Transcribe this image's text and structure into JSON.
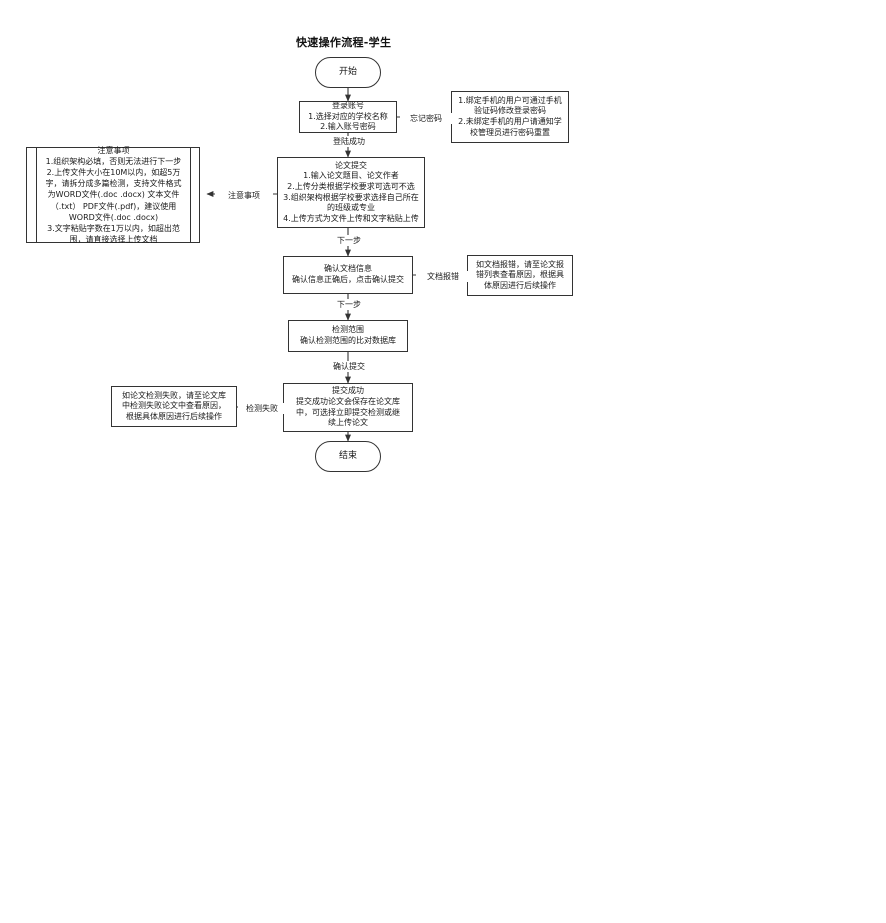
{
  "document": {
    "title": "快速操作流程-学生",
    "type": "flowchart",
    "orientation": "top-to-bottom"
  },
  "nodes": {
    "start": {
      "id": "start",
      "shape": "terminator",
      "lines": [
        "开始"
      ]
    },
    "login": {
      "id": "login",
      "shape": "process",
      "lines": [
        "登录账号",
        "1.选择对应的学校名称",
        "2.输入账号密码"
      ]
    },
    "forgot_password_note": {
      "id": "forgot_password_note",
      "shape": "process",
      "lines": [
        "1.绑定手机的用户可通过手机",
        "验证码修改登录密码",
        "2.未绑定手机的用户请通知学",
        "校管理员进行密码重置"
      ]
    },
    "paper_submit": {
      "id": "paper_submit",
      "shape": "process",
      "lines": [
        "论文提交",
        "1.输入论文题目、论文作者",
        "2.上传分类根据学校要求可选可不选",
        "3.组织架构根据学校要求选择自己所在",
        "的班级或专业",
        "4.上传方式为文件上传和文字粘贴上传"
      ]
    },
    "attention_note": {
      "id": "attention_note",
      "shape": "note",
      "lines": [
        "注意事项",
        "1.组织架构必填，否则无法进行下一步",
        "2.上传文件大小在10M以内，如超5万",
        "字，请拆分成多篇检测，支持文件格式",
        "为WORD文件(.doc .docx)  文本文件",
        "（.txt）  PDF文件(.pdf)，建议使用",
        "WORD文件(.doc .docx)",
        "3.文字粘贴字数在1万以内，如超出范",
        "围，请直接选择上传文档"
      ]
    },
    "confirm_doc": {
      "id": "confirm_doc",
      "shape": "process",
      "lines": [
        "确认文档信息",
        "确认信息正确后，点击确认提交"
      ]
    },
    "doc_error_note": {
      "id": "doc_error_note",
      "shape": "process",
      "lines": [
        "如文档报错，请至论文报",
        "错列表查看原因，根据具",
        "体原因进行后续操作"
      ]
    },
    "detect_range": {
      "id": "detect_range",
      "shape": "process",
      "lines": [
        "检测范围",
        "确认检测范围的比对数据库"
      ]
    },
    "submit_success": {
      "id": "submit_success",
      "shape": "process",
      "lines": [
        "提交成功",
        "提交成功论文会保存在论文库",
        "中，可选择立即提交检测或继",
        "续上传论文"
      ]
    },
    "detect_fail_note": {
      "id": "detect_fail_note",
      "shape": "process",
      "lines": [
        "如论文检测失败，请至论文库",
        "中检测失败论文中查看原因，",
        "根据具体原因进行后续操作"
      ]
    },
    "end": {
      "id": "end",
      "shape": "terminator",
      "lines": [
        "结束"
      ]
    }
  },
  "edges": [
    {
      "from": "start",
      "to": "login",
      "label": ""
    },
    {
      "from": "login",
      "to": "forgot_password_note",
      "label": "忘记密码"
    },
    {
      "from": "login",
      "to": "paper_submit",
      "label": "登陆成功"
    },
    {
      "from": "attention_note",
      "to": "paper_submit",
      "label": "注意事项"
    },
    {
      "from": "paper_submit",
      "to": "confirm_doc",
      "label": "下一步"
    },
    {
      "from": "confirm_doc",
      "to": "doc_error_note",
      "label": "文档报错"
    },
    {
      "from": "confirm_doc",
      "to": "detect_range",
      "label": "下一步"
    },
    {
      "from": "detect_range",
      "to": "submit_success",
      "label": "确认提交"
    },
    {
      "from": "submit_success",
      "to": "detect_fail_note",
      "label": "检测失败"
    },
    {
      "from": "submit_success",
      "to": "end",
      "label": ""
    }
  ],
  "edge_labels": {
    "forgot_password": "忘记密码",
    "login_success": "登陆成功",
    "attention": "注意事项",
    "next_step_1": "下一步",
    "doc_error": "文档报错",
    "next_step_2": "下一步",
    "confirm_submit": "确认提交",
    "detect_fail": "检测失败"
  },
  "colors": {
    "background": "#ffffff",
    "node_border": "#333333",
    "node_fill": "#ffffff",
    "text": "#1a1a1a",
    "connector": "#333333"
  }
}
